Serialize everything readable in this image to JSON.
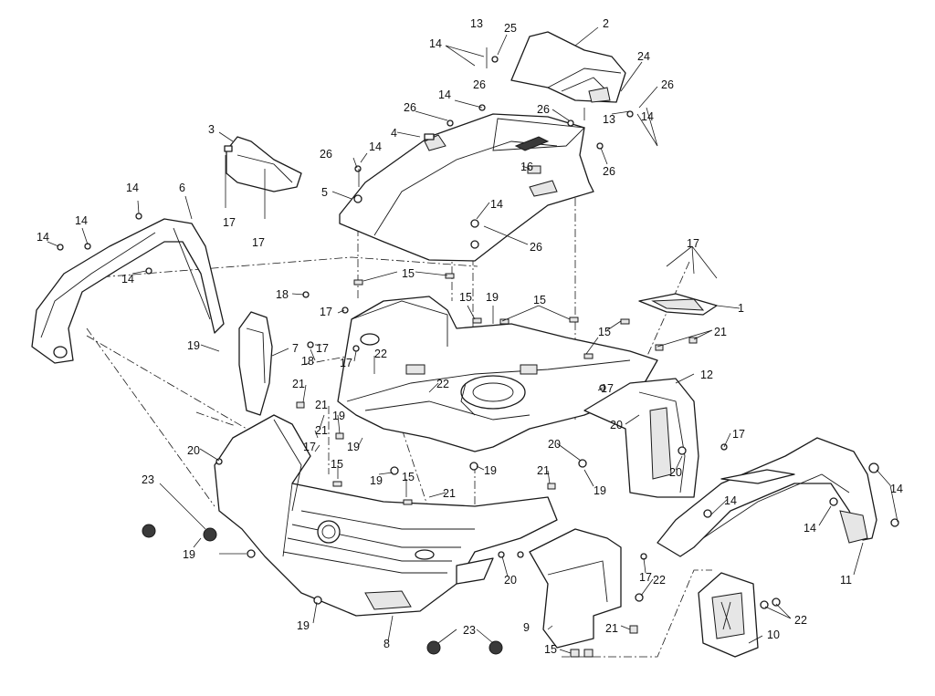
{
  "diagram": {
    "type": "exploded-parts-diagram",
    "callouts": [
      {
        "id": "c-2",
        "text": "2"
      },
      {
        "id": "c-13a",
        "text": "13"
      },
      {
        "id": "c-25",
        "text": "25"
      },
      {
        "id": "c-14a",
        "text": "14"
      },
      {
        "id": "c-24",
        "text": "24"
      },
      {
        "id": "c-26a",
        "text": "26"
      },
      {
        "id": "c-14b",
        "text": "14"
      },
      {
        "id": "c-26b",
        "text": "26"
      },
      {
        "id": "c-26c",
        "text": "26"
      },
      {
        "id": "c-13b",
        "text": "13"
      },
      {
        "id": "c-14c",
        "text": "14"
      },
      {
        "id": "c-26d",
        "text": "26"
      },
      {
        "id": "c-4",
        "text": "4"
      },
      {
        "id": "c-3",
        "text": "3"
      },
      {
        "id": "c-26e",
        "text": "26"
      },
      {
        "id": "c-14d",
        "text": "14"
      },
      {
        "id": "c-16",
        "text": "16"
      },
      {
        "id": "c-26f",
        "text": "26"
      },
      {
        "id": "c-5",
        "text": "5"
      },
      {
        "id": "c-14e",
        "text": "14"
      },
      {
        "id": "c-6",
        "text": "6"
      },
      {
        "id": "c-14f",
        "text": "14"
      },
      {
        "id": "c-17a",
        "text": "17"
      },
      {
        "id": "c-17b",
        "text": "17"
      },
      {
        "id": "c-26g",
        "text": "26"
      },
      {
        "id": "c-14g",
        "text": "14"
      },
      {
        "id": "c-14h",
        "text": "14"
      },
      {
        "id": "c-17c",
        "text": "17"
      },
      {
        "id": "c-15a",
        "text": "15"
      },
      {
        "id": "c-14i",
        "text": "14"
      },
      {
        "id": "c-18a",
        "text": "18"
      },
      {
        "id": "c-15b",
        "text": "15"
      },
      {
        "id": "c-19a",
        "text": "19"
      },
      {
        "id": "c-15c",
        "text": "15"
      },
      {
        "id": "c-1",
        "text": "1"
      },
      {
        "id": "c-17d",
        "text": "17"
      },
      {
        "id": "c-15d",
        "text": "15"
      },
      {
        "id": "c-21a",
        "text": "21"
      },
      {
        "id": "c-19b",
        "text": "19"
      },
      {
        "id": "c-7",
        "text": "7"
      },
      {
        "id": "c-17e",
        "text": "17"
      },
      {
        "id": "c-18b",
        "text": "18"
      },
      {
        "id": "c-22a",
        "text": "22"
      },
      {
        "id": "c-17f",
        "text": "17"
      },
      {
        "id": "c-12",
        "text": "12"
      },
      {
        "id": "c-21b",
        "text": "21"
      },
      {
        "id": "c-22b",
        "text": "22"
      },
      {
        "id": "c-17g",
        "text": "17"
      },
      {
        "id": "c-19c",
        "text": "19"
      },
      {
        "id": "c-21c",
        "text": "21"
      },
      {
        "id": "c-17h",
        "text": "17"
      },
      {
        "id": "c-20a",
        "text": "20"
      },
      {
        "id": "c-21d",
        "text": "21"
      },
      {
        "id": "c-19d",
        "text": "19"
      },
      {
        "id": "c-17i",
        "text": "17"
      },
      {
        "id": "c-20b",
        "text": "20"
      },
      {
        "id": "c-20c",
        "text": "20"
      },
      {
        "id": "c-15e",
        "text": "15"
      },
      {
        "id": "c-19e",
        "text": "19"
      },
      {
        "id": "c-15f",
        "text": "15"
      },
      {
        "id": "c-19f",
        "text": "19"
      },
      {
        "id": "c-21e",
        "text": "21"
      },
      {
        "id": "c-19g",
        "text": "19"
      },
      {
        "id": "c-20d",
        "text": "20"
      },
      {
        "id": "c-14j",
        "text": "14"
      },
      {
        "id": "c-14k",
        "text": "14"
      },
      {
        "id": "c-23a",
        "text": "23"
      },
      {
        "id": "c-21f",
        "text": "21"
      },
      {
        "id": "c-14l",
        "text": "14"
      },
      {
        "id": "c-19h",
        "text": "19"
      },
      {
        "id": "c-11",
        "text": "11"
      },
      {
        "id": "c-17j",
        "text": "17"
      },
      {
        "id": "c-20e",
        "text": "20"
      },
      {
        "id": "c-22c",
        "text": "22"
      },
      {
        "id": "c-22d",
        "text": "22"
      },
      {
        "id": "c-19i",
        "text": "19"
      },
      {
        "id": "c-9",
        "text": "9"
      },
      {
        "id": "c-21g",
        "text": "21"
      },
      {
        "id": "c-10",
        "text": "10"
      },
      {
        "id": "c-8",
        "text": "8"
      },
      {
        "id": "c-23b",
        "text": "23"
      },
      {
        "id": "c-15g",
        "text": "15"
      }
    ]
  }
}
